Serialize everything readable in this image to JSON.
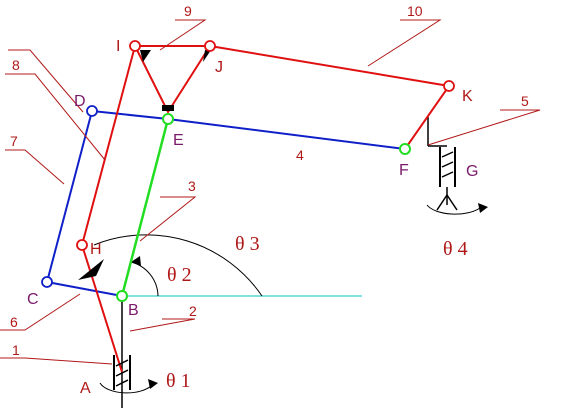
{
  "diagram": {
    "point_labels": {
      "A": "A",
      "B": "B",
      "C": "C",
      "D": "D",
      "E": "E",
      "F": "F",
      "G": "G",
      "H": "H",
      "I": "I",
      "J": "J",
      "K": "K"
    },
    "part_numbers": [
      "1",
      "2",
      "3",
      "4",
      "5",
      "6",
      "7",
      "8",
      "9",
      "10"
    ],
    "angle_labels": {
      "theta1": "θ 1",
      "theta2": "θ 2",
      "theta3": "θ 3",
      "theta4": "θ 4"
    },
    "colors": {
      "red_links": "#e01010",
      "blue_links": "#1020c8",
      "green_link": "#22dd22",
      "baseline": "#30d0d0",
      "leader": "#b01818",
      "frame": "#000000"
    }
  }
}
